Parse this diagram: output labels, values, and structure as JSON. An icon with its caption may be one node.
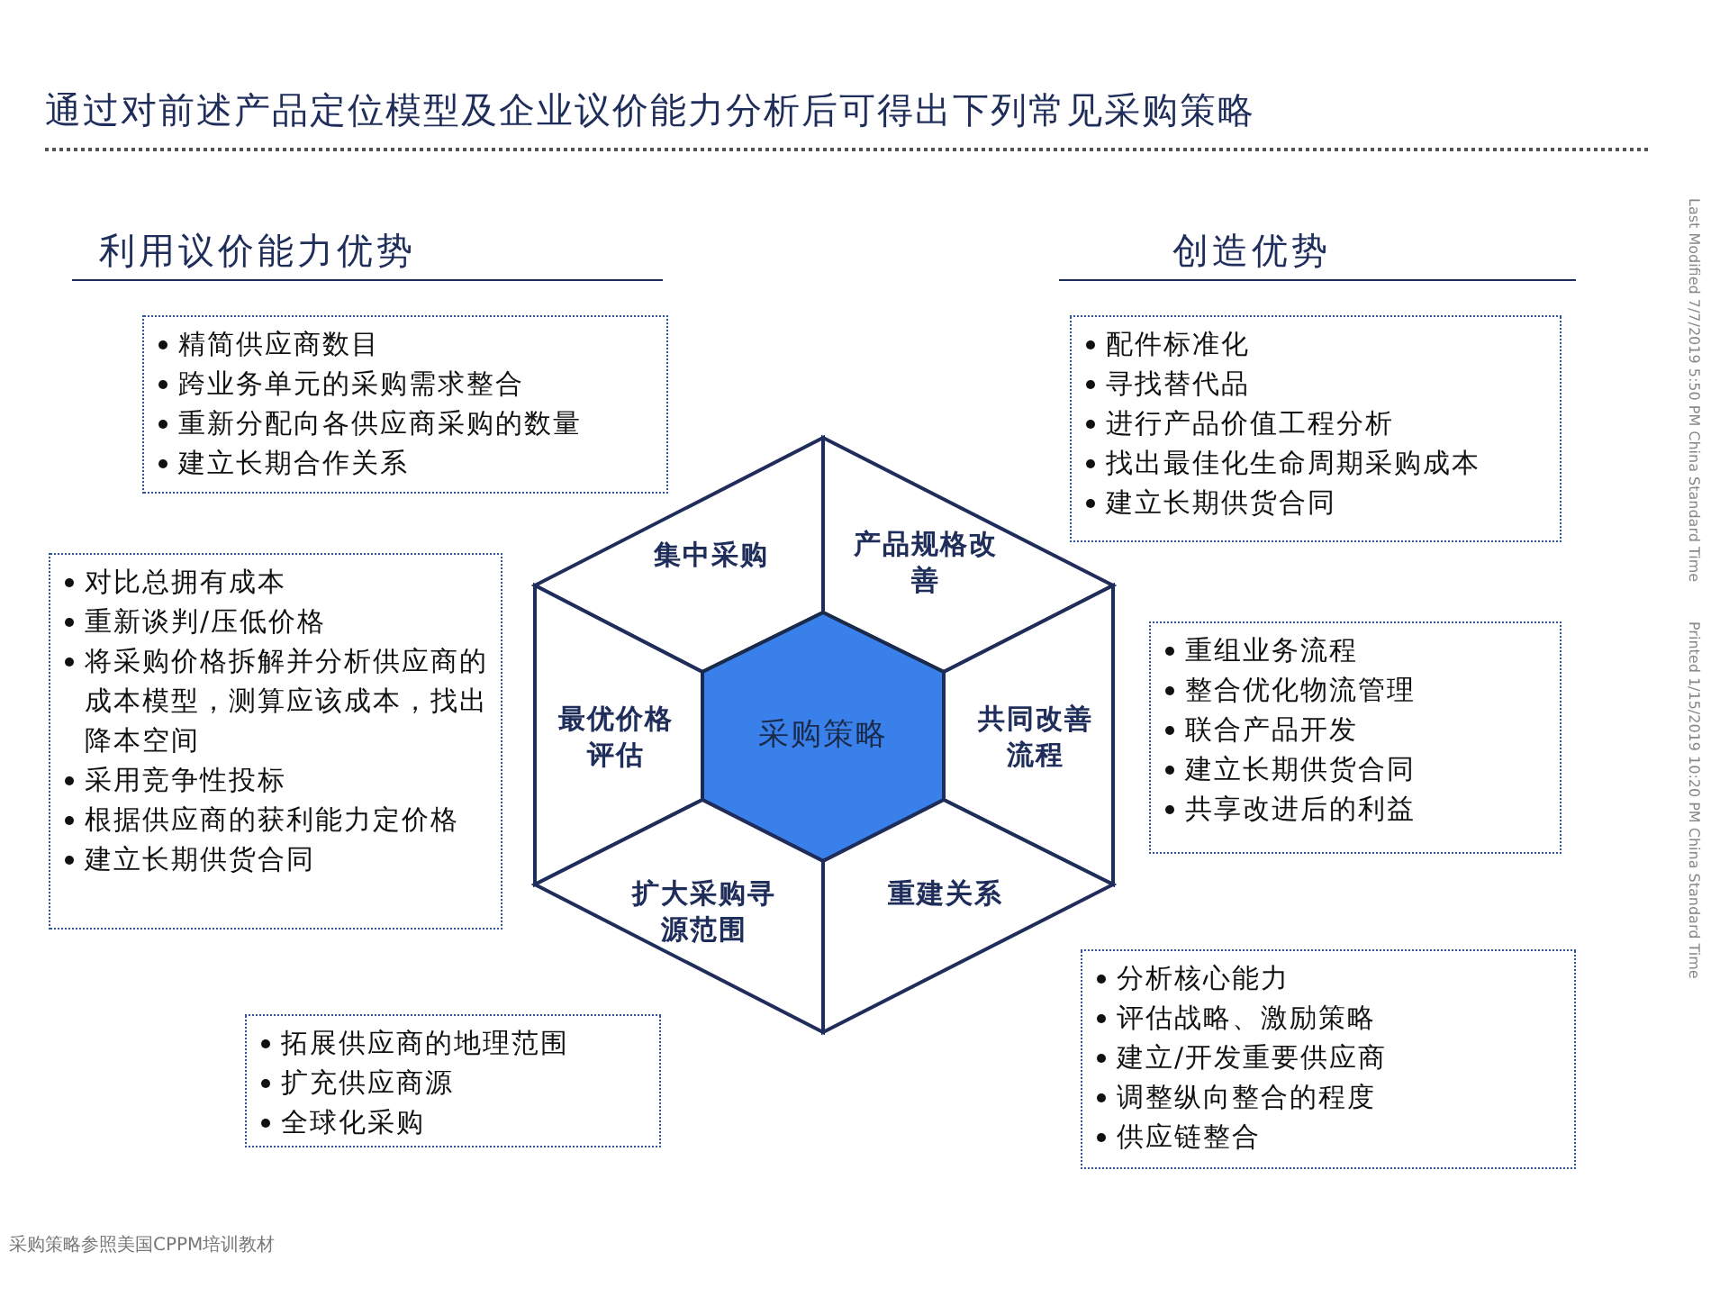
{
  "diagram": {
    "title": "通过对前述产品定位模型及企业议价能力分析后可得出下列常见采购策略",
    "caption": "采购策略参照美国CPPM培训教材",
    "nodes": [
      {
        "text": [
          "精简供应商数目",
          "跨业务单元的采购需求整合",
          "重新分配向各供应商采购的数量",
          "建立长期合作关系"
        ]
      },
      {
        "text": [
          "配件标准化",
          "寻找替代品",
          "进行产品价值工程分析",
          "找出最佳化生命周期采购成本",
          "建立长期供货合同"
        ]
      },
      {
        "text": [
          "集中采购"
        ]
      },
      {
        "text": [
          "产品规格改善"
        ]
      },
      {
        "text": [
          "对比总拥有成本",
          "重新谈判/压低价格",
          "将采购价格拆解并分析供应商的成本模型，测算应该成本，找出降本空间",
          "采用竞争性投标",
          "根据供应商的获利能力定价格",
          "建立长期供货合同"
        ]
      },
      {
        "text": [
          "最优价格评估"
        ]
      },
      {
        "text": [
          "采购策略"
        ]
      },
      {
        "text": [
          "共同改善流程"
        ]
      },
      {
        "text": [
          "重组业务流程",
          "整合优化物流管理",
          "联合产品开发",
          "建立长期供货合同",
          "共享改进后的利益"
        ]
      },
      {
        "text": [
          "扩大采购寻源范围"
        ]
      },
      {
        "text": [
          "重建关系"
        ]
      },
      {
        "text": [
          "分析核心能力",
          "评估战略、激励策略",
          "建立/开发重要供应商",
          "调整纵向整合的程度",
          "供应链整合"
        ]
      },
      {
        "text": [
          "拓展供应商的地理范围",
          "扩充供应商源",
          "全球化采购"
        ]
      }
    ],
    "labels": [
      "利用议价能力优势",
      "创造优势",
      "Last Modified 7/7/2019 5:50 PM China Standard Time",
      "Printed 1/15/2019 10:20 PM China Standard Time"
    ]
  }
}
